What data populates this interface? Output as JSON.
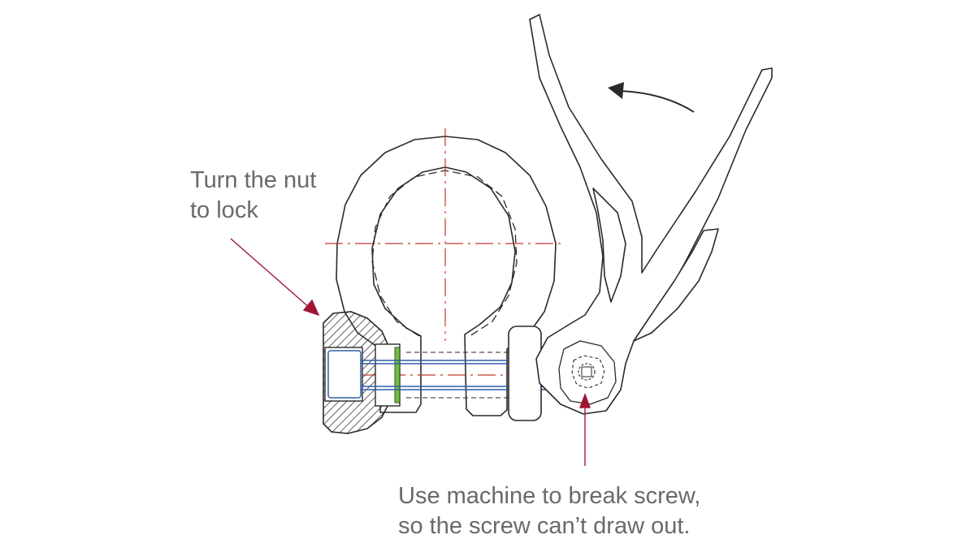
{
  "annotations": {
    "nut_callout": {
      "line1": "Turn the nut",
      "line2": "to lock"
    },
    "screw_callout": {
      "line1": "Use machine to break screw,",
      "line2": "so the screw can’t draw out."
    }
  },
  "colors": {
    "outline": "#2a2a2a",
    "centerline": "#c0392b",
    "leader": "#a01535",
    "screw": "#2f5fa8",
    "washer": "#6fc13a",
    "hatch": "#3a3a3a",
    "text": "#6a6a6a"
  }
}
